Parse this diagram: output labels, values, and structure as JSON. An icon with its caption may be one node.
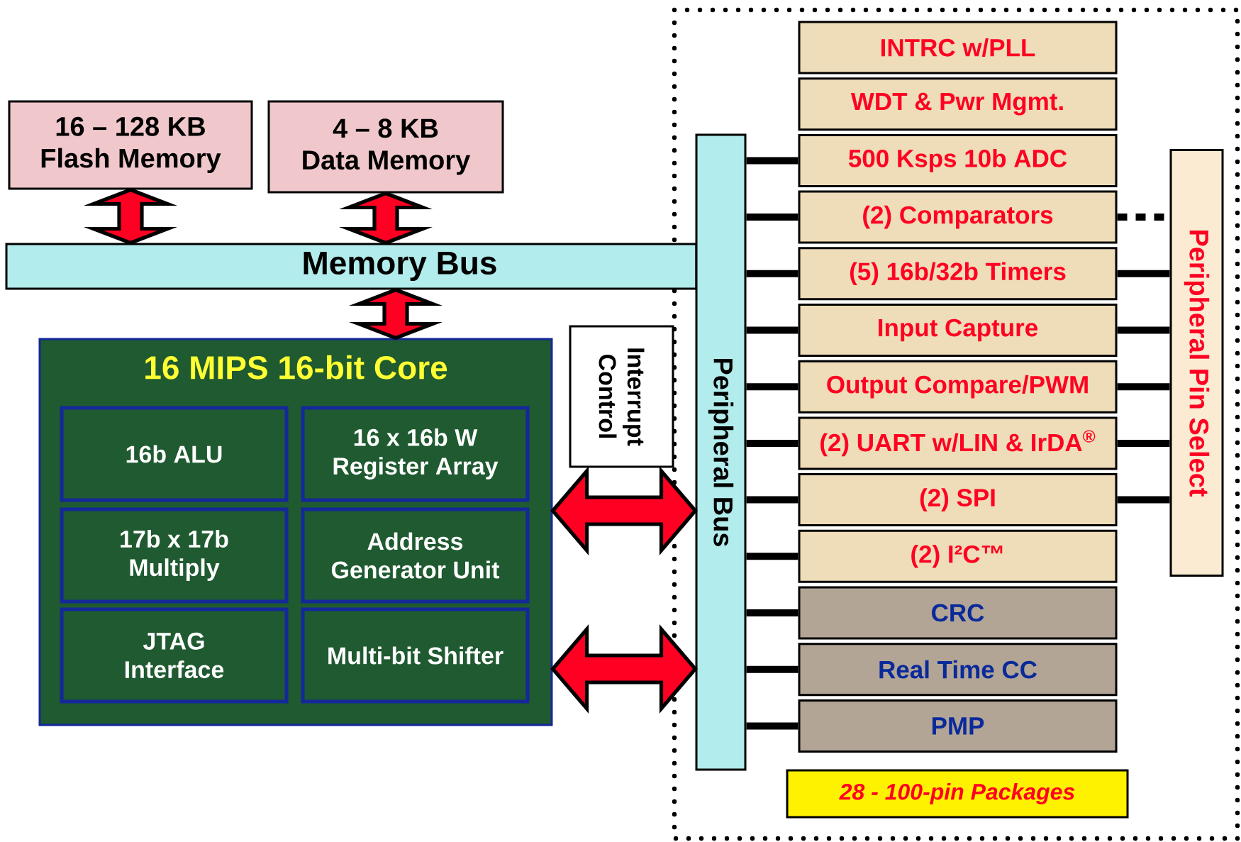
{
  "diagram": {
    "nodes": [
      {
        "text": [
          "16 – 128 KB",
          "Flash Memory"
        ]
      },
      {
        "text": [
          "4 – 8 KB",
          "Data Memory"
        ]
      },
      {
        "text": [
          "Memory Bus"
        ]
      },
      {
        "text": [
          "16 MIPS 16-bit Core"
        ]
      },
      {
        "text": [
          "16b ALU"
        ],
        "in": 3
      },
      {
        "text": [
          "16 x 16b W Register Array"
        ],
        "in": 3
      },
      {
        "text": [
          "17b x 17b Multiply"
        ],
        "in": 3
      },
      {
        "text": [
          "Address Generator Unit"
        ],
        "in": 3
      },
      {
        "text": [
          "JTAG Interface"
        ],
        "in": 3
      },
      {
        "text": [
          "Multi-bit Shifter"
        ],
        "in": 3
      },
      {
        "text": [
          "Interrupt Control"
        ]
      },
      {
        "text": [
          "Peripheral Bus"
        ]
      },
      {
        "text": [
          "INTRC w/PLL"
        ]
      },
      {
        "text": [
          "WDT & Pwr Mgmt."
        ]
      },
      {
        "text": [
          "500 Ksps 10b ADC"
        ]
      },
      {
        "text": [
          "(2) Comparators"
        ]
      },
      {
        "text": [
          "(5) 16b/32b Timers"
        ]
      },
      {
        "text": [
          "Input Capture"
        ]
      },
      {
        "text": [
          "Output Compare/PWM"
        ]
      },
      {
        "text": [
          "(2) UART w/LIN & IrDA$^{®}$"
        ]
      },
      {
        "text": [
          "(2) SPI"
        ]
      },
      {
        "text": [
          "(2) I²C™"
        ]
      },
      {
        "text": [
          "CRC"
        ]
      },
      {
        "text": [
          "Real Time CC"
        ]
      },
      {
        "text": [
          "PMP"
        ]
      },
      {
        "text": [
          "Peripheral Pin Select"
        ]
      },
      {
        "text": [
          "28 - 100-pin Packages"
        ]
      }
    ],
    "edges": [
      {
        "from": 0,
        "to": 2,
        "arrow": "both",
        "style": "thick",
        "color": "#ff0022"
      },
      {
        "from": 1,
        "to": 2,
        "arrow": "both",
        "style": "thick",
        "color": "#ff0022"
      },
      {
        "from": 2,
        "to": 3,
        "arrow": "both",
        "style": "thick",
        "color": "#ff0022"
      },
      {
        "from": 3,
        "to": 11,
        "arrow": "both",
        "style": "thick",
        "color": "#ff0022"
      },
      {
        "from": 3,
        "to": 11,
        "arrow": "both",
        "style": "thick",
        "color": "#ff0022"
      },
      {
        "from": 11,
        "to": 14,
        "arrow": "none"
      },
      {
        "from": 11,
        "to": 15,
        "arrow": "none"
      },
      {
        "from": 11,
        "to": 16,
        "arrow": "none"
      },
      {
        "from": 11,
        "to": 17,
        "arrow": "none"
      },
      {
        "from": 11,
        "to": 18,
        "arrow": "none"
      },
      {
        "from": 11,
        "to": 19,
        "arrow": "none"
      },
      {
        "from": 11,
        "to": 20,
        "arrow": "none"
      },
      {
        "from": 11,
        "to": 21,
        "arrow": "none"
      },
      {
        "from": 11,
        "to": 22,
        "arrow": "none"
      },
      {
        "from": 11,
        "to": 23,
        "arrow": "none"
      },
      {
        "from": 11,
        "to": 24,
        "arrow": "none"
      },
      {
        "from": 15,
        "to": 25,
        "arrow": "none",
        "style": "dashed"
      },
      {
        "from": 16,
        "to": 25,
        "arrow": "none"
      },
      {
        "from": 17,
        "to": 25,
        "arrow": "none"
      },
      {
        "from": 18,
        "to": 25,
        "arrow": "none"
      },
      {
        "from": 19,
        "to": 25,
        "arrow": "none"
      },
      {
        "from": 20,
        "to": 25,
        "arrow": "none"
      }
    ]
  }
}
